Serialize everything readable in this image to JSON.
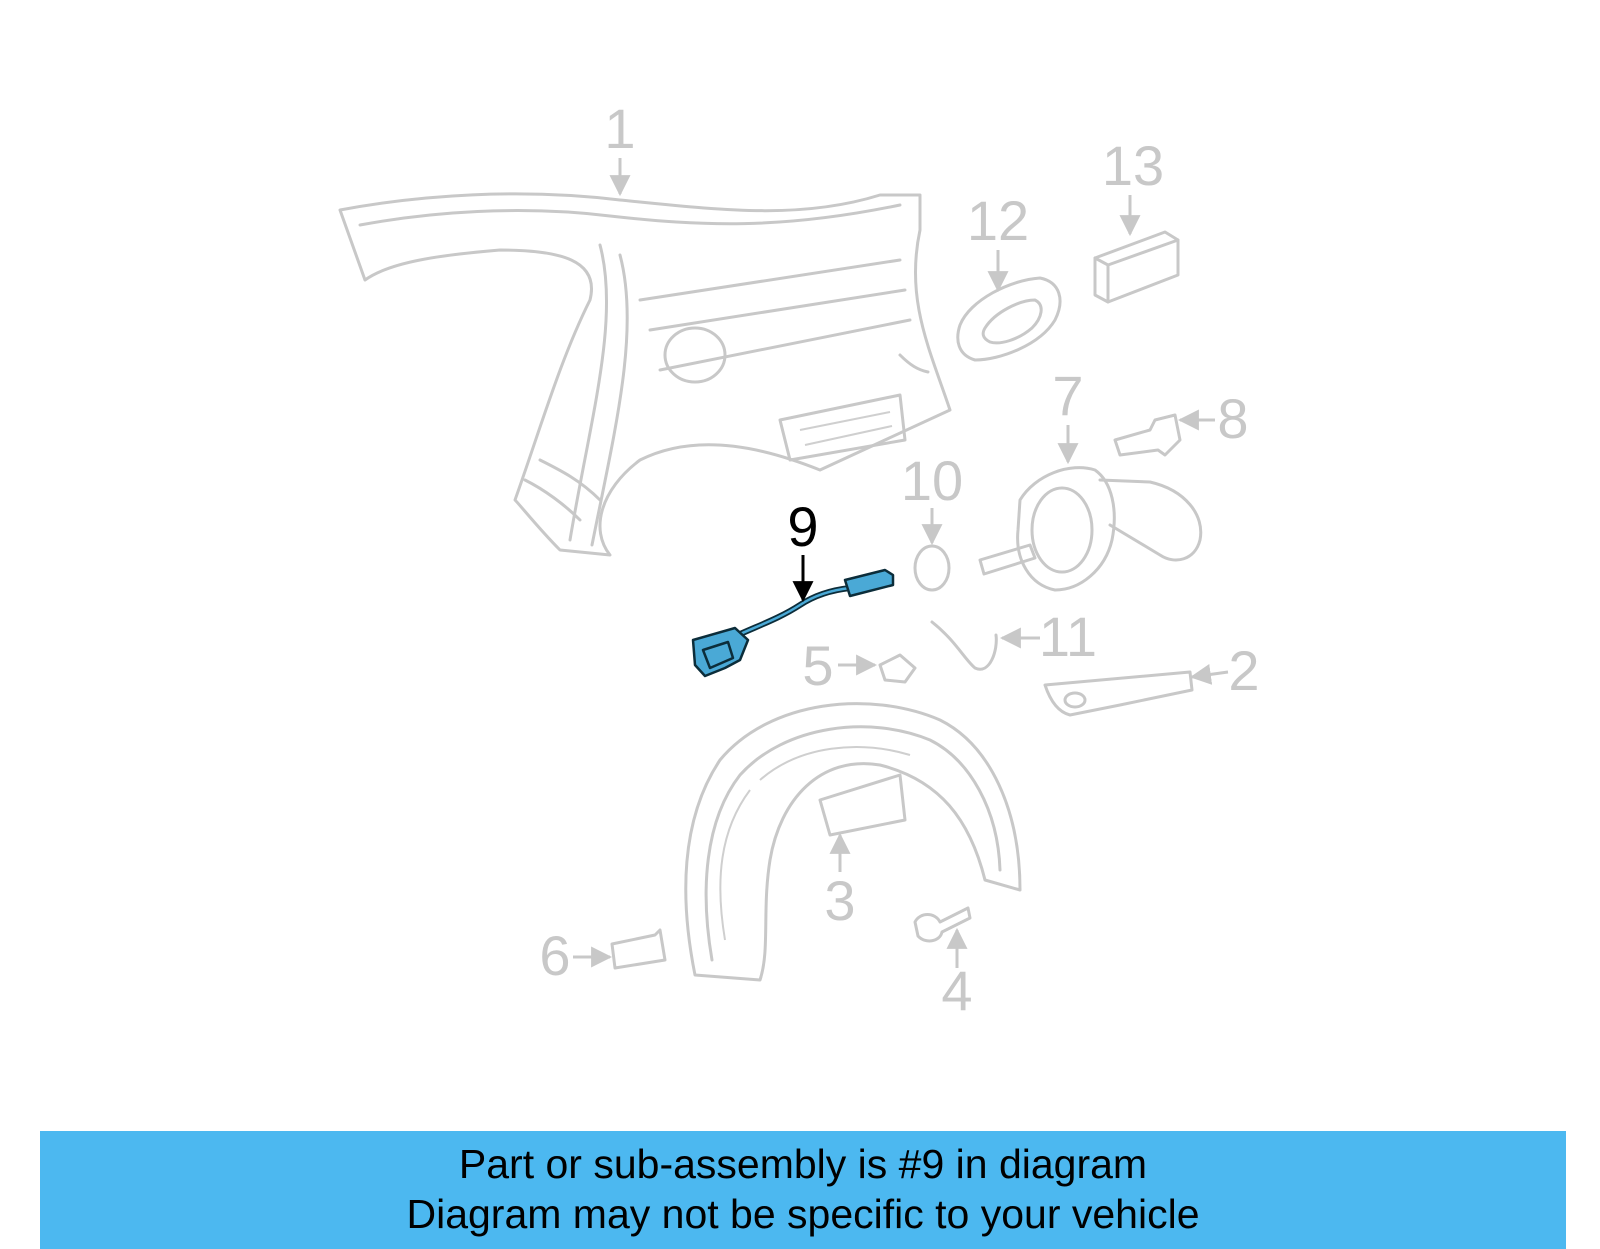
{
  "diagram": {
    "highlight_part": "9",
    "highlight_color": "#4aa9d6",
    "ghost_color": "#c8c8c8",
    "labels": {
      "p1": "1",
      "p2": "2",
      "p3": "3",
      "p4": "4",
      "p5": "5",
      "p6": "6",
      "p7": "7",
      "p8": "8",
      "p9": "9",
      "p10": "10",
      "p11": "11",
      "p12": "12",
      "p13": "13"
    }
  },
  "banner": {
    "line1": "Part or sub-assembly is #9 in diagram",
    "line2": "Diagram may not be specific to your vehicle",
    "background": "#4cb8f0"
  }
}
